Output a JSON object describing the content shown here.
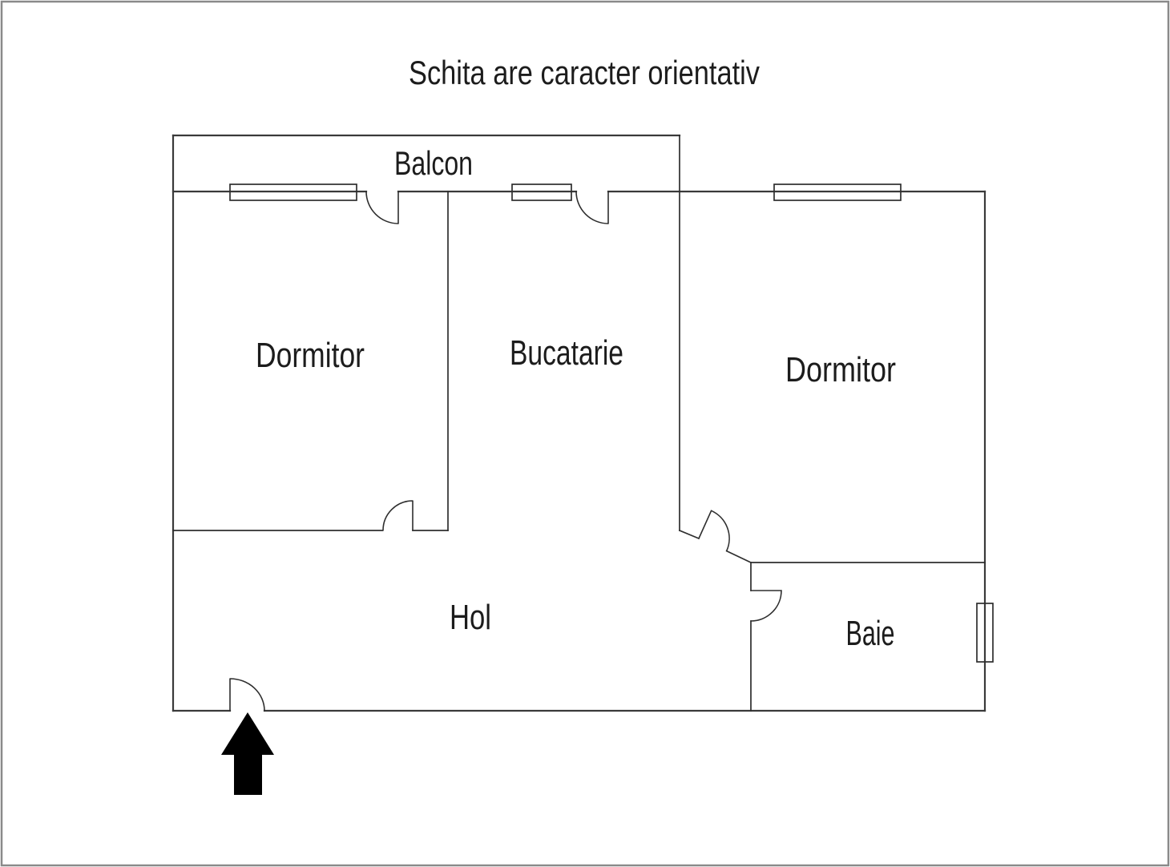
{
  "title": "Schita are caracter orientativ",
  "rooms": {
    "balcon": "Balcon",
    "dormitor_left": "Dormitor",
    "bucatarie": "Bucatarie",
    "dormitor_right": "Dormitor",
    "hol": "Hol",
    "baie": "Baie"
  },
  "entrance_arrow": {
    "symbol": "up-arrow",
    "meaning": "entrance",
    "color": "#000000"
  },
  "colors": {
    "background": "#ffffff",
    "outer_border": "#8a8a8a",
    "exterior_wall": "#3a3a3a",
    "interior_wall": "#2e2e2e",
    "opening": "#2e2e2e",
    "text": "#1c1c1c"
  }
}
